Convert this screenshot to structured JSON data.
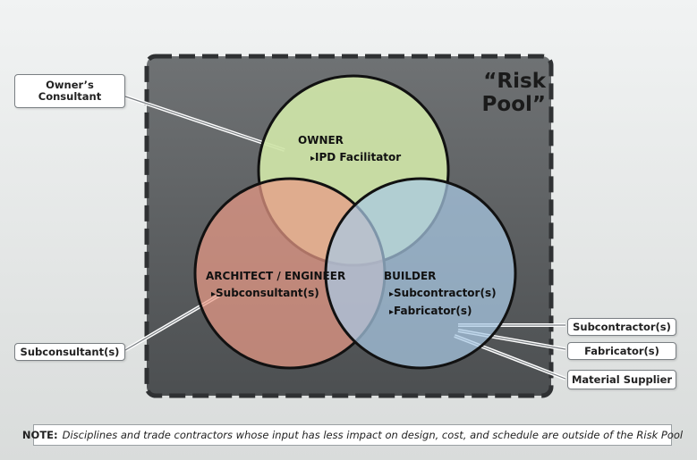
{
  "risk_pool_label": "“Risk Pool”",
  "circles": {
    "owner": {
      "title": "OWNER",
      "items": [
        "IPD Facilitator"
      ]
    },
    "architect": {
      "title": "ARCHITECT / ENGINEER",
      "items": [
        "Subconsultant(s)"
      ]
    },
    "builder": {
      "title": "BUILDER",
      "items": [
        "Subcontractor(s)",
        "Fabricator(s)"
      ]
    }
  },
  "callouts": {
    "owners_consultant": "Owner’s Consultant",
    "subconsultant": "Subconsultant(s)",
    "subcontractor": "Subcontractor(s)",
    "fabricator": "Fabricator(s)",
    "material_supplier": "Material Supplier"
  },
  "note": {
    "label": "NOTE:",
    "text": "Disciplines and trade contractors whose input has less impact on design, cost, and schedule are outside of the Risk Pool"
  },
  "colors": {
    "owner": "#cfe4a8",
    "architect": "#e99a86",
    "builder": "#a9c9e4",
    "pool": "#5b5e60"
  }
}
